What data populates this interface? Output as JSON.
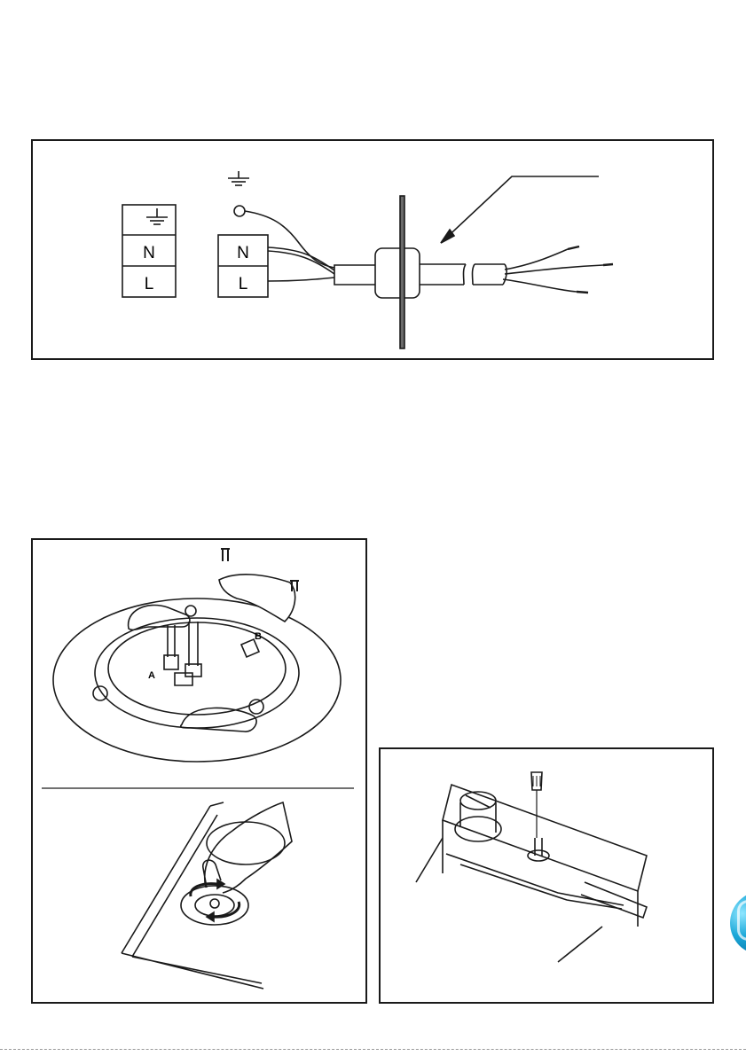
{
  "wiring_diagram": {
    "terminal_block_left": [
      "N",
      "L"
    ],
    "terminal_block_right": [
      "N",
      "L"
    ],
    "earth_symbol": "earth-ground-icon"
  },
  "burner_diagram": {
    "callout_a": "A",
    "callout_b": "B"
  },
  "colors": {
    "line": "#1a1a1a",
    "tab_accent": "#1aa7d8"
  }
}
